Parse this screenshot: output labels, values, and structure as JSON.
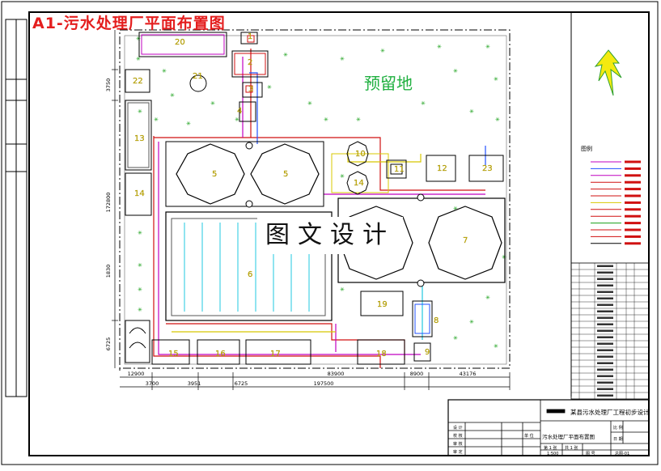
{
  "title": "A1-污水处理厂平面布置图",
  "reserved_land": "预留地",
  "watermark": "图文设计",
  "units": [
    {
      "id": "20",
      "label": "20"
    },
    {
      "id": "1",
      "label": "1"
    },
    {
      "id": "2",
      "label": "2"
    },
    {
      "id": "3",
      "label": "3"
    },
    {
      "id": "4",
      "label": "4"
    },
    {
      "id": "21",
      "label": "21"
    },
    {
      "id": "22",
      "label": "22"
    },
    {
      "id": "13",
      "label": "13"
    },
    {
      "id": "14",
      "label": "14"
    },
    {
      "id": "5a",
      "label": "5"
    },
    {
      "id": "5b",
      "label": "5"
    },
    {
      "id": "10",
      "label": "10"
    },
    {
      "id": "14b",
      "label": "14"
    },
    {
      "id": "11",
      "label": "11"
    },
    {
      "id": "12",
      "label": "12"
    },
    {
      "id": "23",
      "label": "23"
    },
    {
      "id": "6",
      "label": "6"
    },
    {
      "id": "7a",
      "label": "7"
    },
    {
      "id": "7b",
      "label": "7"
    },
    {
      "id": "19",
      "label": "19"
    },
    {
      "id": "8",
      "label": "8"
    },
    {
      "id": "9",
      "label": "9"
    },
    {
      "id": "15",
      "label": "15"
    },
    {
      "id": "16",
      "label": "16"
    },
    {
      "id": "17",
      "label": "17"
    },
    {
      "id": "18",
      "label": "18"
    }
  ],
  "dimensions": {
    "left_total": "172800",
    "bottom_segments": [
      "12900",
      "83900",
      "8900",
      "43176"
    ],
    "bottom_sub": [
      "3700",
      "3951",
      "6725",
      "197500"
    ],
    "left_sub": [
      "3750",
      "1830",
      "6725"
    ]
  },
  "legend": {
    "title": "图例"
  },
  "title_block": {
    "project": "某县污水处理厂工程初步设计",
    "drawing": "污水处理厂平面布置图",
    "scale_label": "比 例",
    "scale_value": "1:500",
    "sheet_label": "第 1 张",
    "sheet_total": "共 1 张",
    "date_label": "日 期",
    "no_label": "图 号",
    "drawing_no": "总图-01",
    "row_labels": [
      "设 计",
      "校 核",
      "审 核",
      "审 定"
    ],
    "unit_label": "单 位"
  },
  "colors": {
    "frame": "#000000",
    "pipe_red": "#d01010",
    "pipe_magenta": "#c000c0",
    "pipe_blue": "#2050ff",
    "pipe_yellow": "#d8c800",
    "pipe_cyan": "#20c8e0",
    "tree": "#18a018",
    "title_red": "#e41e1e"
  }
}
